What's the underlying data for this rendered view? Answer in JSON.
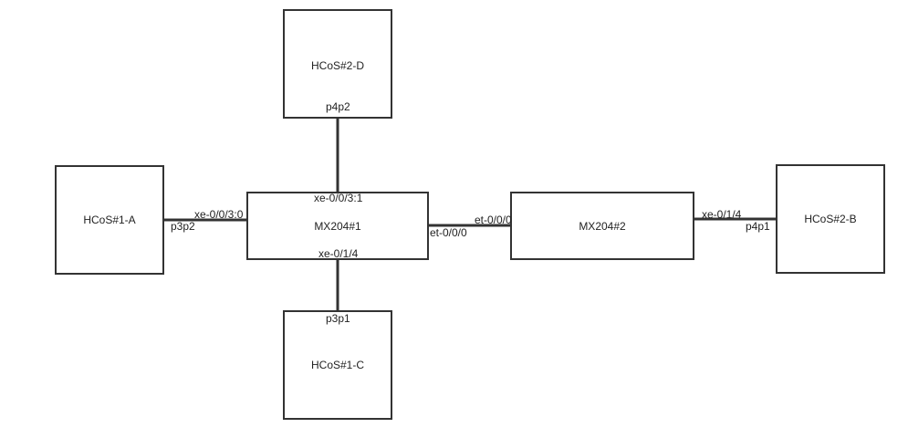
{
  "colors": {
    "stroke": "#333333",
    "background": "#ffffff",
    "text": "#222222"
  },
  "nodes": {
    "hcos1a": {
      "label": "HCoS#1-A"
    },
    "hcos2d": {
      "label": "HCoS#2-D"
    },
    "hcos1c": {
      "label": "HCoS#1-C"
    },
    "hcos2b": {
      "label": "HCoS#2-B"
    },
    "mx1": {
      "label": "MX204#1"
    },
    "mx2": {
      "label": "MX204#2"
    }
  },
  "ports": {
    "hcos2d_p4p2": "p4p2",
    "mx1_top": "xe-0/0/3:1",
    "mx1_left": "xe-0/0/3:0",
    "hcos1a_p3p2": "p3p2",
    "mx1_bottom": "xe-0/1/4",
    "hcos1c_p3p1": "p3p1",
    "mx1_right": "et-0/0/0",
    "mx2_left": "et-0/0/0",
    "mx2_right": "xe-0/1/4",
    "hcos2b_p4p1": "p4p1"
  }
}
